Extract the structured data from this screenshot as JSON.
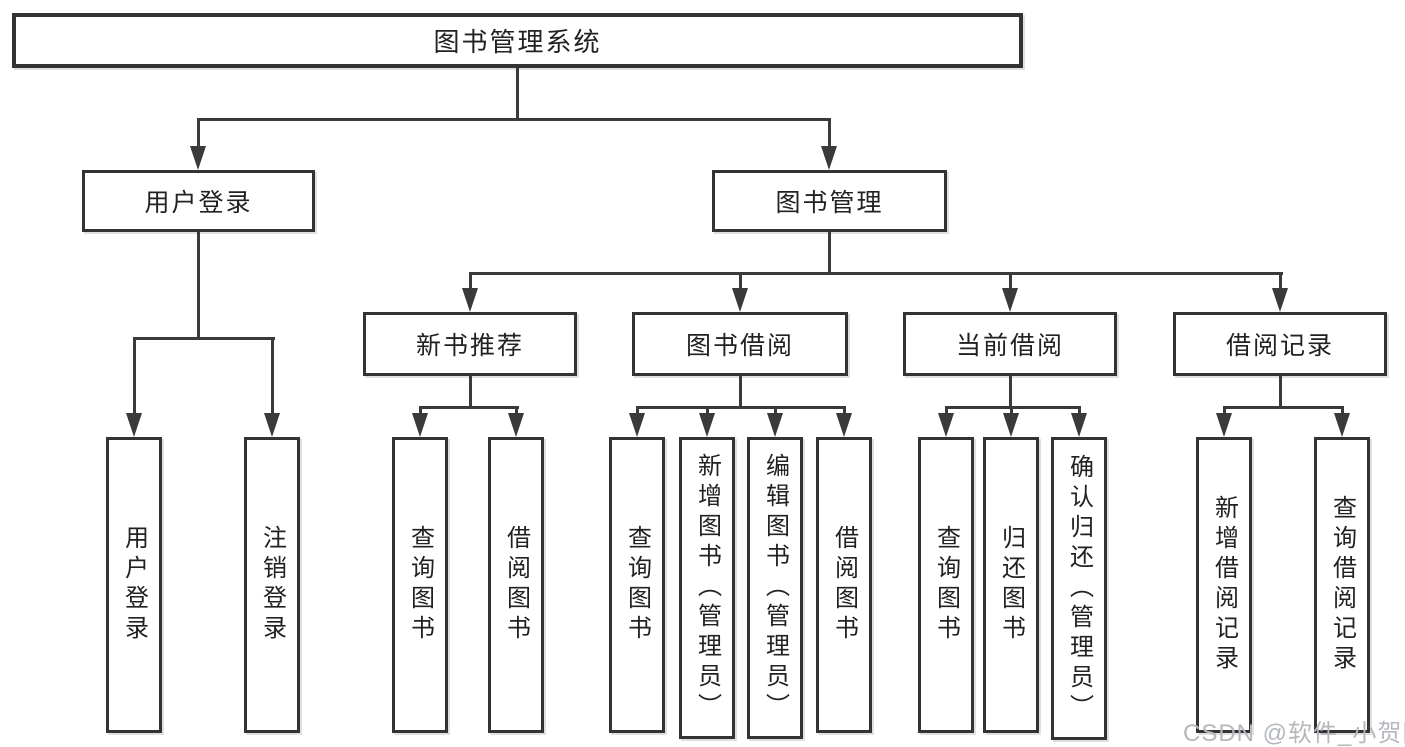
{
  "diagram": {
    "type": "hierarchy-tree",
    "colors": {
      "line": "#3a3a3a",
      "box_border": "#333333",
      "box_fill": "#ffffff",
      "text": "#222222",
      "watermark": "#b4b8bc"
    },
    "tree": {
      "label": "图书管理系统",
      "children": [
        {
          "label": "用户登录",
          "children": [
            {
              "label": "用户登录"
            },
            {
              "label": "注销登录"
            }
          ]
        },
        {
          "label": "图书管理",
          "children": [
            {
              "label": "新书推荐",
              "children": [
                {
                  "label": "查询图书"
                },
                {
                  "label": "借阅图书"
                }
              ]
            },
            {
              "label": "图书借阅",
              "children": [
                {
                  "label": "查询图书"
                },
                {
                  "label": "新增图书（管理员）"
                },
                {
                  "label": "编辑图书（管理员）"
                },
                {
                  "label": "借阅图书"
                }
              ]
            },
            {
              "label": "当前借阅",
              "children": [
                {
                  "label": "查询图书"
                },
                {
                  "label": "归还图书"
                },
                {
                  "label": "确认归还（管理员）"
                }
              ]
            },
            {
              "label": "借阅记录",
              "children": [
                {
                  "label": "新增借阅记录"
                },
                {
                  "label": "查询借阅记录"
                }
              ]
            }
          ]
        }
      ]
    },
    "watermark": "CSDN @软件_小贺同学"
  }
}
